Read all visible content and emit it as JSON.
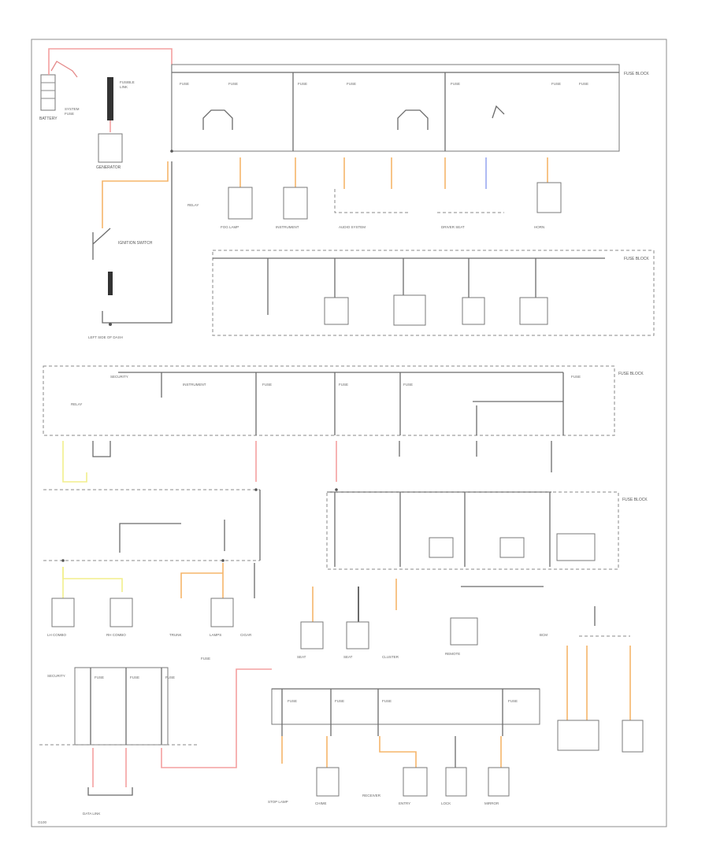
{
  "diagram": {
    "labels": {
      "battery": "BATTERY",
      "generator": "GENERATOR",
      "ground": "G100",
      "fuse_block": "FUSE BLOCK",
      "fuse_block_2": "FUSE BLOCK",
      "fuse_block_3": "FUSE BLOCK",
      "fuse_block_4": "FUSE BLOCK",
      "ignition_switch": "IGNITION SWITCH",
      "left_side_ground": "LEFT SIDE OF DASH"
    },
    "wire_colors": {
      "red": "#f4a0a0",
      "orange": "#f5b56a",
      "yellow": "#f2ee8c",
      "blue": "#9aa8f0",
      "black": "#444444"
    }
  }
}
